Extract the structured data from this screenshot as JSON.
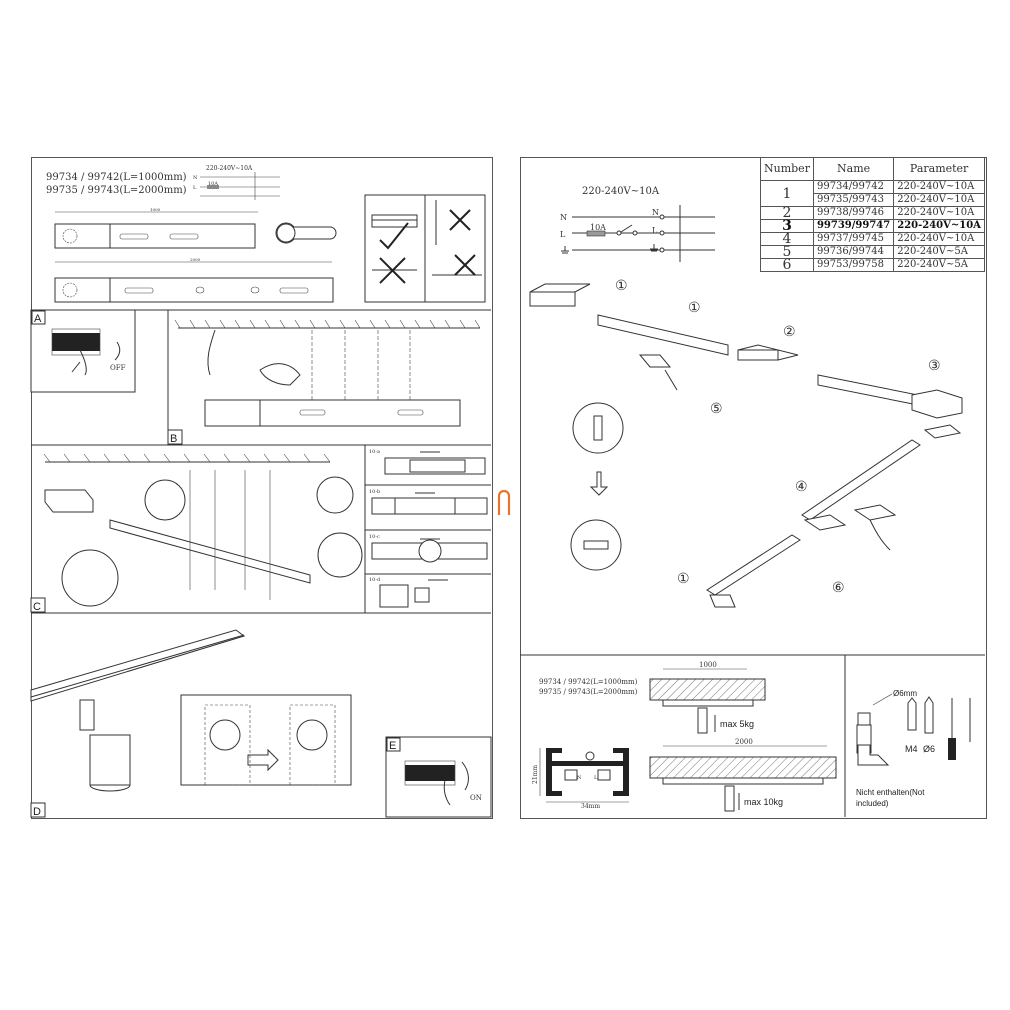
{
  "left_page": {
    "header": {
      "model_lines": [
        "99734  /  99742(L=1000mm)",
        "99735  /  99743(L=2000mm)"
      ],
      "voltage": "220-240V~10A",
      "wire_labels": {
        "n": "N",
        "l": "L",
        "fuse": "10A"
      },
      "dims": {
        "track1_length": "1000",
        "track2_length": "2000"
      }
    },
    "sections": {
      "a": "A",
      "b": "B",
      "c": "C",
      "d": "D",
      "e": "E"
    },
    "switch_labels": {
      "off": "OFF",
      "on": "ON"
    },
    "substeps": [
      "10-a",
      "10-b",
      "10-c",
      "10-d"
    ]
  },
  "right_page": {
    "wiring": {
      "voltage": "220-240V~10A",
      "n": "N",
      "l": "L",
      "fuse": "10A"
    },
    "table": {
      "headers": [
        "Number",
        "Name",
        "Parameter"
      ],
      "rows": [
        {
          "number": "1",
          "names": [
            "99734/99742",
            "99735/99743"
          ],
          "params": [
            "220-240V~10A",
            "220-240V~10A"
          ]
        },
        {
          "number": "2",
          "name": "99738/99746",
          "param": "220-240V~10A"
        },
        {
          "number": "3",
          "name": "99739/99747",
          "param": "220-240V~10A"
        },
        {
          "number": "4",
          "name": "99737/99745",
          "param": "220-240V~10A"
        },
        {
          "number": "5",
          "name": "99736/99744",
          "param": "220-240V~5A"
        },
        {
          "number": "6",
          "name": "99753/99758",
          "param": "220-240V~5A"
        }
      ]
    },
    "callouts": [
      "①",
      "①",
      "②",
      "③",
      "④",
      "⑤",
      "⑥",
      "①"
    ],
    "bottom": {
      "model_lines": [
        "99734  /  99742(L=1000mm)",
        "99735  /  99743(L=2000mm)"
      ],
      "dim_1000": "1000",
      "dim_2000": "2000",
      "load_1": "max 5kg",
      "load_2": "max 10kg",
      "profile_height": "21mm",
      "profile_width": "34mm",
      "profile_n": "N",
      "profile_l": "L",
      "drill": "Ø6mm",
      "screw": "M4",
      "dowel": "Ø6",
      "not_included": [
        "Nicht enthalten(Not",
        "included)"
      ]
    }
  },
  "colors": {
    "accent_handle": "#e8742a",
    "line": "#333333"
  }
}
